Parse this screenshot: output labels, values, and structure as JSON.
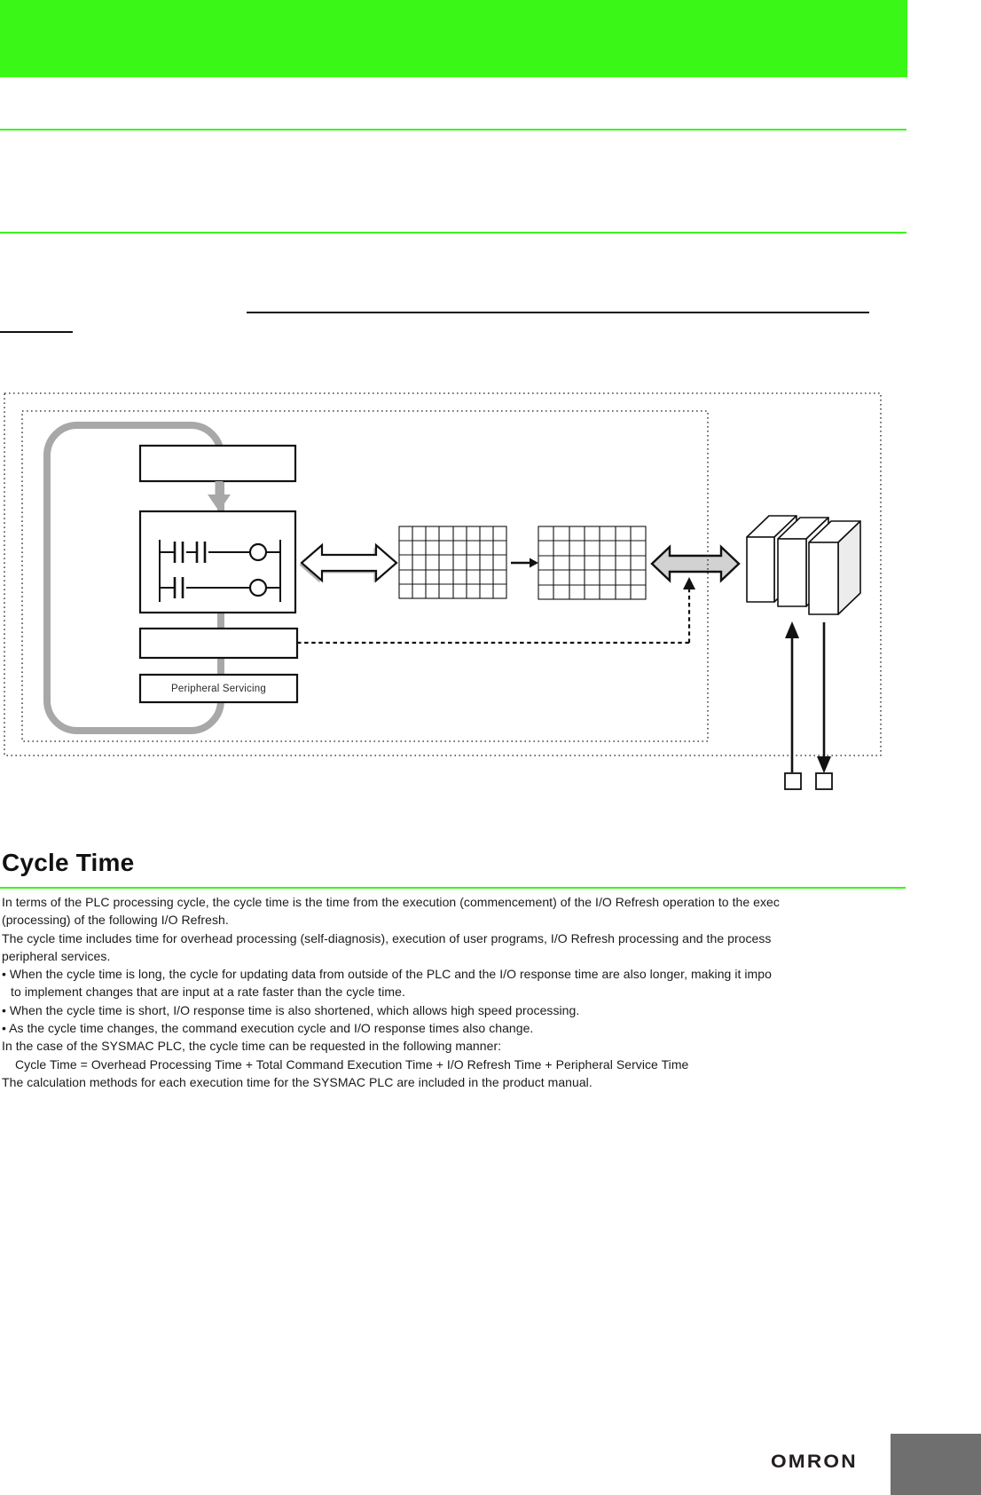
{
  "page": {
    "heading": "Cycle Time",
    "body": {
      "lines": [
        "In terms of the PLC processing cycle, the cycle time is the time from the execution (commencement) of the I/O Refresh operation to the exec",
        "(processing) of the following I/O Refresh.",
        "The cycle time includes time for overhead processing (self-diagnosis), execution of user programs, I/O Refresh processing and the process",
        "peripheral services.",
        "• When the cycle time is long, the cycle for updating data from outside of the PLC and the I/O response time are also longer, making it impo",
        "to implement changes that are input at a rate faster than the cycle time.",
        "• When the cycle time is short, I/O response time is also shortened, which allows high speed processing.",
        "• As the cycle time changes, the command execution cycle and I/O response times also change.",
        "In the case of the SYSMAC PLC, the cycle time can be requested in the following manner:",
        "Cycle Time = Overhead Processing Time + Total Command Execution Time + I/O Refresh Time + Peripheral Service Time",
        "The calculation methods for each execution time for the SYSMAC PLC are included in the product manual."
      ]
    },
    "diagram": {
      "peripheral_box_label": "Peripheral Servicing"
    },
    "footer": {
      "logo_text": "OMRON"
    },
    "colors": {
      "accent_green": "#3BF718",
      "loop_gray": "#A8A8A8",
      "arrow_fill_gray": "#D2D2D2",
      "corner_tab_gray": "#6F6F6F",
      "slab_side_gray": "#ECECEC"
    }
  }
}
